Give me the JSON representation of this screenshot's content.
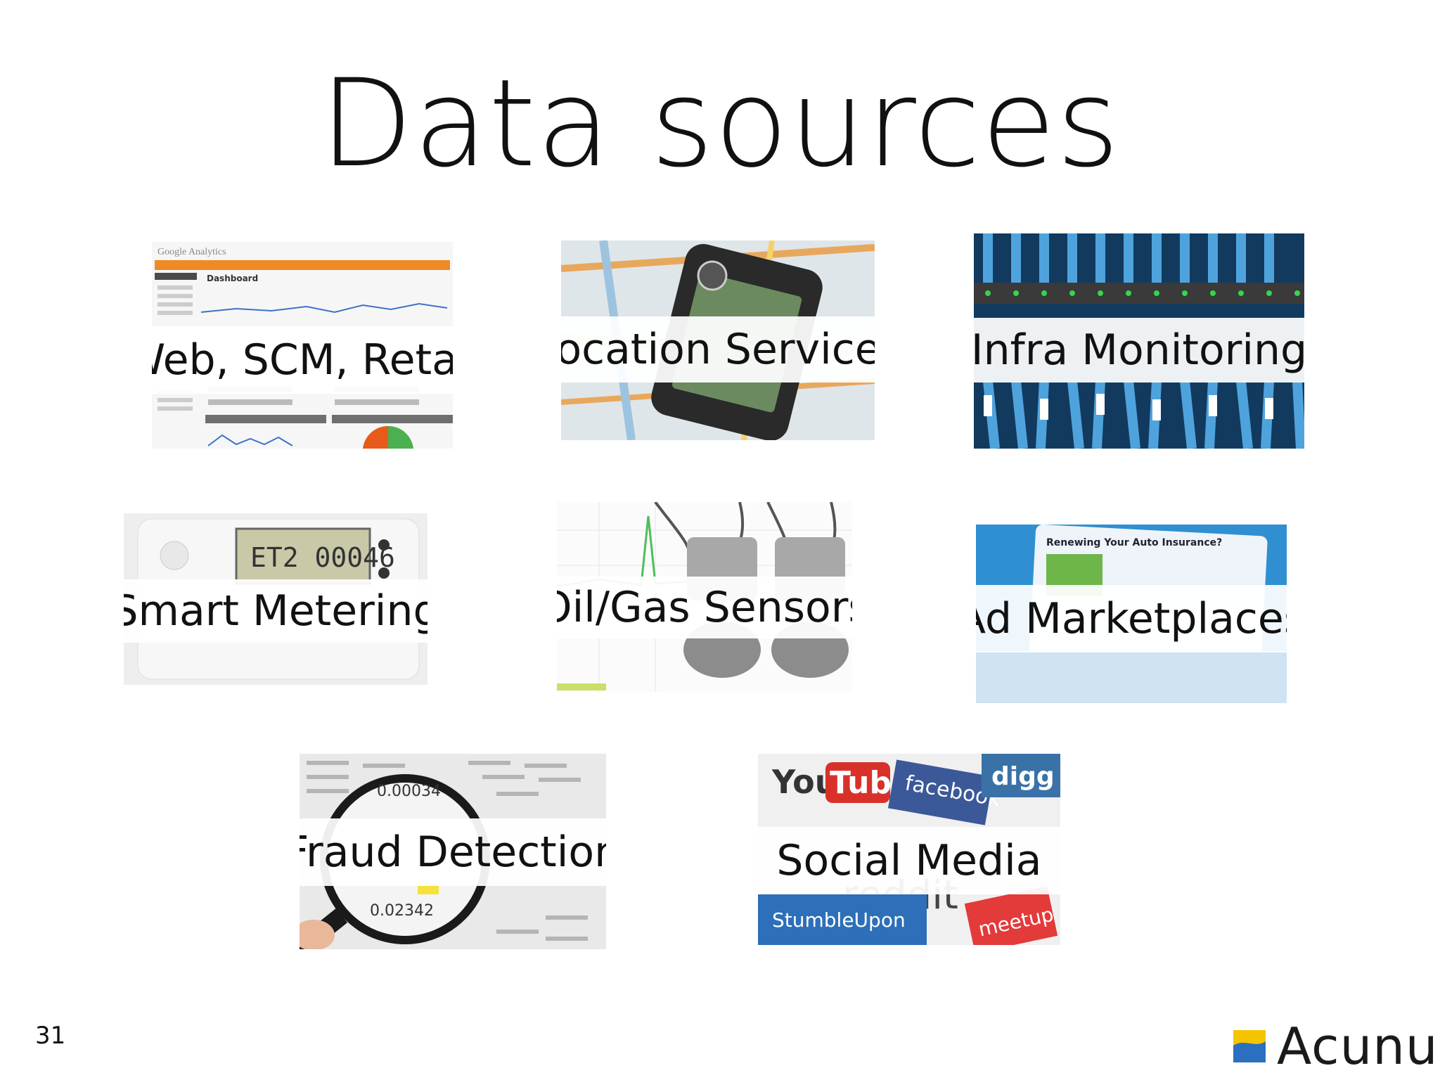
{
  "slide": {
    "title": "Data sources",
    "page_number": "31",
    "brand": "Acunu"
  },
  "tiles": [
    {
      "label": "Web, SCM, Retail",
      "image": "web-analytics-dashboard"
    },
    {
      "label": "Location Services",
      "image": "gps-phone-on-map"
    },
    {
      "label": "Infra Monitoring",
      "image": "network-cables-server-rack"
    },
    {
      "label": "Smart Metering",
      "image": "electricity-meter"
    },
    {
      "label": "Oil/Gas Sensors",
      "image": "pressure-sensors"
    },
    {
      "label": "Ad Marketplaces",
      "image": "online-ad"
    },
    {
      "label": "Fraud Detection",
      "image": "magnifying-glass-numbers"
    },
    {
      "label": "Social Media",
      "image": "social-media-logos"
    }
  ],
  "colors": {
    "background": "#ffffff",
    "text": "#111111",
    "logo_blue": "#2a6fc0",
    "logo_yellow": "#f5c400"
  }
}
